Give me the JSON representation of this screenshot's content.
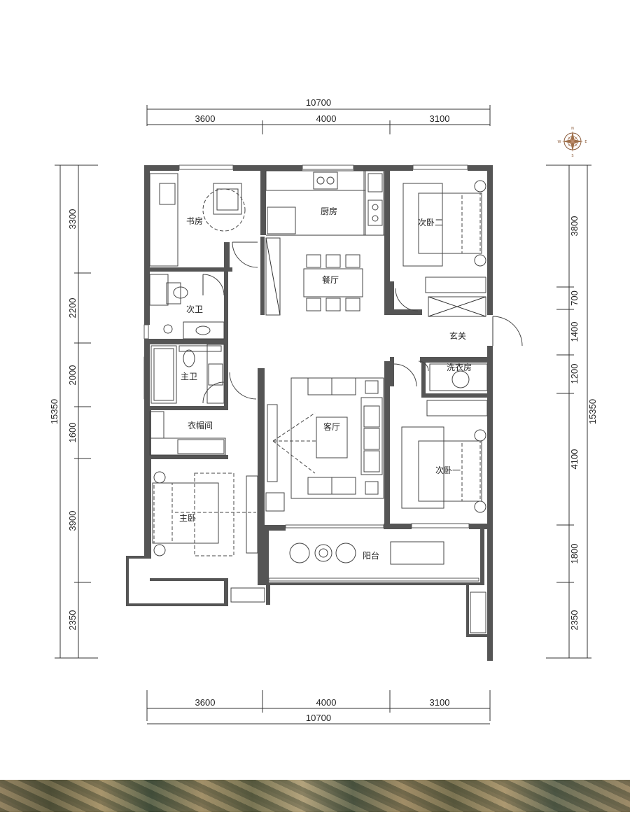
{
  "dimensions": {
    "top_total": "10700",
    "top_segments": [
      "3600",
      "4000",
      "3100"
    ],
    "bottom_segments": [
      "3600",
      "4000",
      "3100"
    ],
    "bottom_total": "10700",
    "left_total": "15350",
    "left_segments": [
      "3300",
      "2200",
      "2000",
      "1600",
      "3900",
      "2350"
    ],
    "right_total": "15350",
    "right_segments": [
      "3800",
      "700",
      "1400",
      "1200",
      "4100",
      "1800",
      "2350"
    ]
  },
  "rooms": {
    "study": "书房",
    "kitchen": "厨房",
    "bedroom2": "次卧二",
    "dining": "餐厅",
    "second_bath": "次卫",
    "entrance": "玄关",
    "master_bath": "主卫",
    "laundry": "洗衣房",
    "cloakroom": "衣帽间",
    "living": "客厅",
    "bedroom1": "次卧一",
    "master_bedroom": "主卧",
    "balcony": "阳台"
  },
  "compass": {
    "n": "N",
    "s": "S",
    "e": "E",
    "w": "W"
  },
  "colors": {
    "wall": "#555555",
    "compass": "#8a5a3a"
  }
}
